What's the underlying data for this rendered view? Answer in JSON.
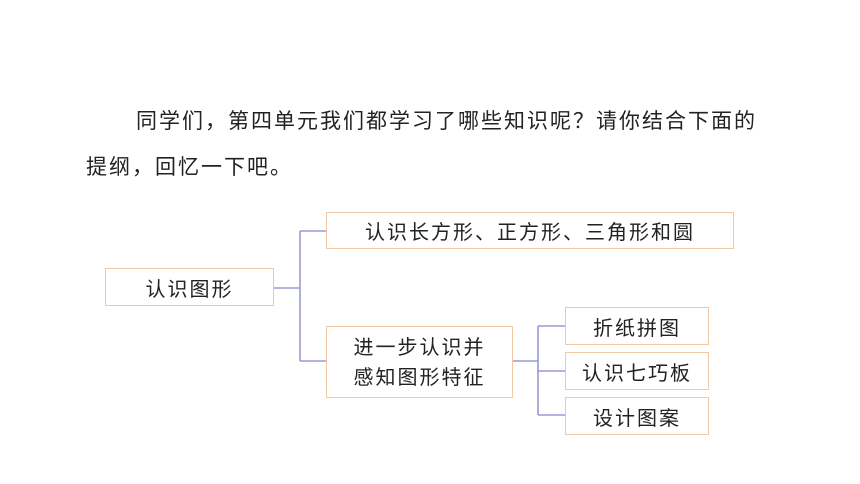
{
  "intro": {
    "text": "同学们，第四单元我们都学习了哪些知识呢？请你结合下面的提纲，回忆一下吧。"
  },
  "diagram": {
    "root": "认识图形",
    "branch_top": "认识长方形、正方形、三角形和圆",
    "branch_bottom_line1": "进一步认识并",
    "branch_bottom_line2": "感知图形特征",
    "leaves": [
      "折纸拼图",
      "认识七巧板",
      "设计图案"
    ],
    "colors": {
      "box_border": "#f2c9a6",
      "connector": "#9a9ad6"
    }
  }
}
